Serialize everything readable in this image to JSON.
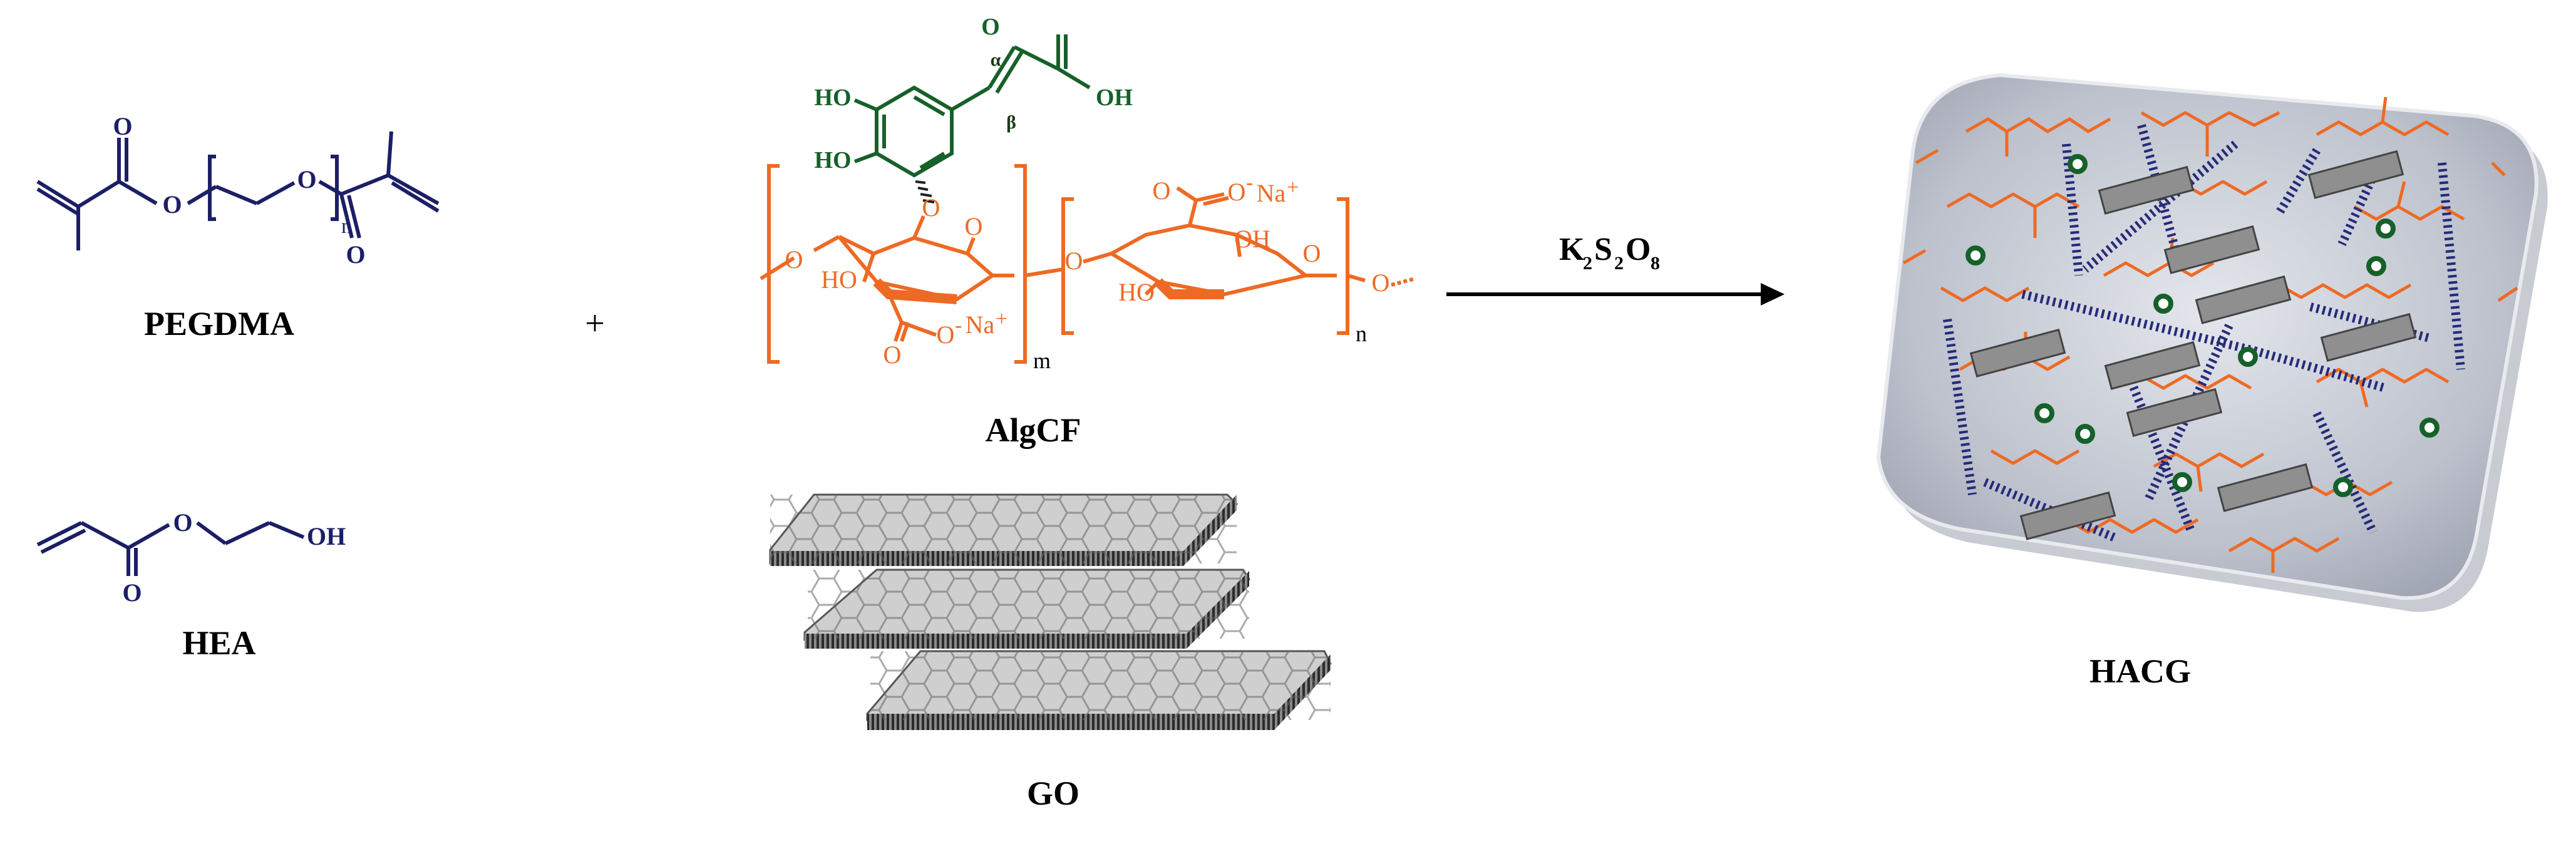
{
  "labels": {
    "pegdma": "PEGDMA",
    "hea": "HEA",
    "algcf": "AlgCF",
    "go": "GO",
    "hacg": "HACG",
    "plus": "+",
    "initiator_k": "K",
    "initiator_k_sub": "2",
    "initiator_s": "S",
    "initiator_s_sub": "2",
    "initiator_o": "O",
    "initiator_o_sub": "8"
  },
  "atoms": {
    "pegdma_o1": "O",
    "pegdma_o2": "O",
    "pegdma_o3": "O",
    "pegdma_o4": "O",
    "pegdma_n": "n",
    "hea_o1": "O",
    "hea_o2": "O",
    "hea_oh": "OH",
    "caffeic_ho1": "HO",
    "caffeic_ho2": "HO",
    "caffeic_oh": "OH",
    "caffeic_o": "O",
    "alpha": "α",
    "beta": "β",
    "alg_o_link": "O",
    "alg_o_left": "O",
    "alg_ring_o1": "O",
    "alg_ho1": "HO",
    "alg_o_carb1": "O",
    "alg_ona1": "O",
    "alg_na1": "Na",
    "alg_plus1": "+",
    "alg_m": "m",
    "alg_o_mid": "O",
    "alg_o_carb2": "O",
    "alg_ona2": "O",
    "alg_na2": "Na",
    "alg_plus2": "+",
    "alg_oh2": "OH",
    "alg_ho2": "HO",
    "alg_ring_o2": "O",
    "alg_n": "n",
    "alg_o_right": "O"
  },
  "colors": {
    "navy": "#1c1f66",
    "orange": "#ee6a24",
    "green": "#16612a",
    "graphene_top": "#c8c8c8",
    "graphene_side": "#4a4a4a",
    "hydrogel_fill": "#c9cdd6",
    "crosslinker": "#252a7a",
    "arrow": "#000000"
  }
}
